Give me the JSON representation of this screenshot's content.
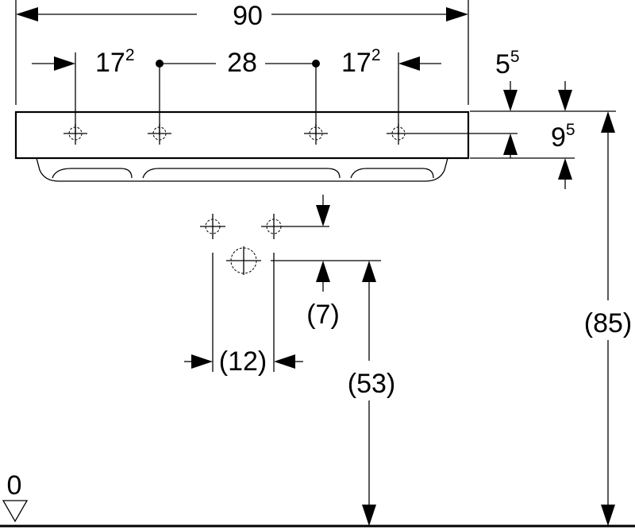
{
  "dimensions": {
    "overall_width": "90",
    "outer_left_base": "17",
    "outer_left_sup": "2",
    "center_spacing": "28",
    "outer_right_base": "17",
    "outer_right_sup": "2",
    "top_thickness_base": "5",
    "top_thickness_sup": "5",
    "front_height_base": "9",
    "front_height_sup": "5",
    "drain_offset": "(7)",
    "drain_width": "(12)",
    "drain_height": "(53)",
    "total_height": "(85)",
    "floor_level": "0"
  }
}
